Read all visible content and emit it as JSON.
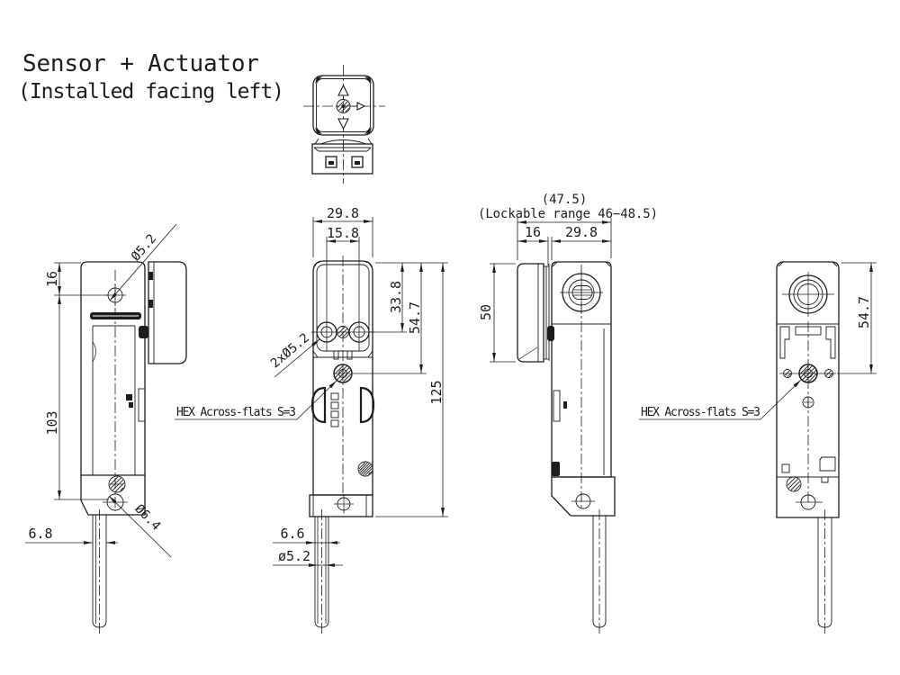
{
  "title": {
    "line1": "Sensor + Actuator",
    "line2": "(Installed facing left)"
  },
  "colors": {
    "line": "#1c1c1c",
    "background": "#ffffff"
  },
  "views": {
    "side_left": {
      "dim_hole_offset": "16",
      "dim_body_length": "103",
      "dim_rod_depth": "6.8",
      "label_top_hole": "Ø5.2",
      "label_bottom_hole": "Ø6.4"
    },
    "front": {
      "dim_body_width": "29.8",
      "dim_hole_spacing": "15.8",
      "dim_holes_offset": "33.8",
      "dim_hex_offset": "54.7",
      "dim_total_length": "125",
      "label_mounting_holes": "2xØ5.2",
      "label_hex": "HEX Across-flats S=3",
      "dim_rod_width": "6.6",
      "dim_rod_diameter": "ø5.2"
    },
    "actuator_side": {
      "dim_lock_nominal": "(47.5)",
      "dim_lock_range": "(Lockable range 46−48.5)",
      "dim_actuator_depth": "16",
      "dim_body_depth": "29.8",
      "dim_actuator_height": "50"
    },
    "rear": {
      "dim_hex_offset": "54.7",
      "label_hex": "HEX Across-flats S=3"
    }
  }
}
